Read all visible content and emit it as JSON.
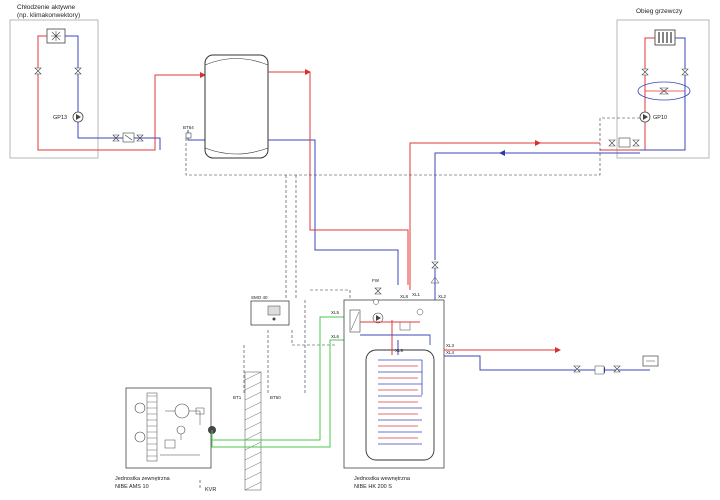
{
  "labels": {
    "cooling_title_line1": "Chłodzenie aktywne",
    "cooling_title_line2": "(np. klimakonwektory)",
    "heating_title": "Obieg grzewczy",
    "gp13": "GP13",
    "gp10": "GP10",
    "bt64": "BT64",
    "smo40": "SMO 40",
    "bt1": "BT1",
    "bt50": "BT50",
    "outdoor_line1": "Jednostka zewnętrzna",
    "outdoor_line2": "NIBE AMS 10",
    "indoor_line1": "Jednostka wewnętrzna",
    "indoor_line2": "NIBE HK 200 S",
    "kvr": "KVR",
    "xl5": "XL5",
    "xl6": "XL6",
    "xl3": "XL3",
    "xl4": "XL4",
    "xl1": "XL1",
    "xl2": "XL2",
    "xl8": "XL8",
    "xl9": "XL9",
    "fw": "FW"
  },
  "colors": {
    "supply": "#e0393b",
    "return": "#3b47b8",
    "refrigerant": "#4cc84c",
    "outline": "#555555",
    "dashed": "#333333"
  }
}
